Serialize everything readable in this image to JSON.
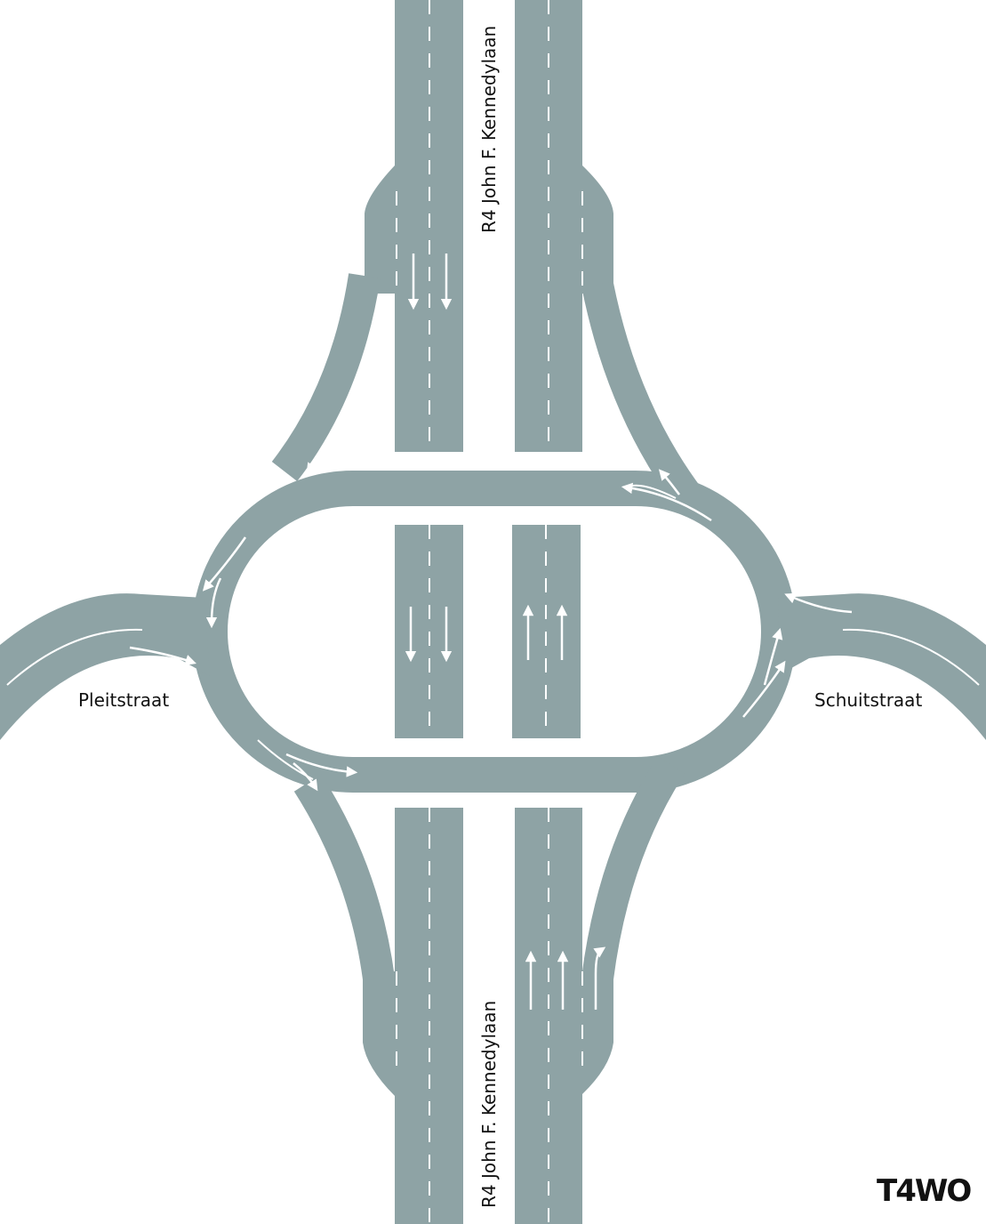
{
  "map": {
    "road_color": "#8ea3a5",
    "marking_color": "#ffffff",
    "label_color": "#111111"
  },
  "labels": {
    "street_north": "R4 John F. Kennedylaan",
    "street_south": "R4 John F. Kennedylaan",
    "street_west": "Pleitstraat",
    "street_east": "Schuitstraat"
  },
  "logo": {
    "text": "T4WO"
  }
}
